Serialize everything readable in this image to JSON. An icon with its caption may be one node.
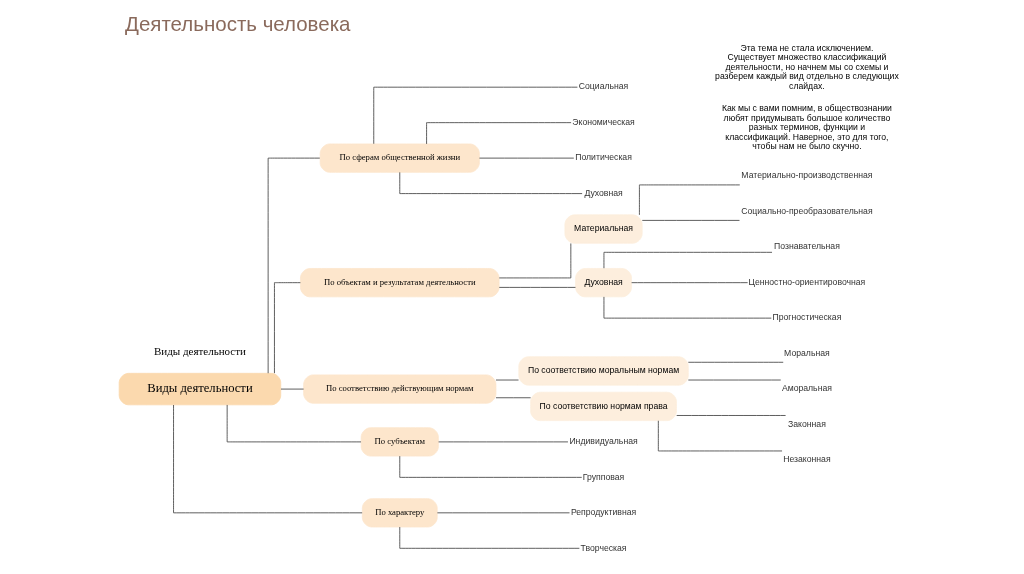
{
  "diagram": {
    "title": "Деятельность человека",
    "nodes": [
      {
        "text": [
          "Виды деятельности"
        ]
      },
      {
        "text": [
          "По сферам общественной жизни"
        ]
      },
      {
        "text": [
          "Социальная"
        ]
      },
      {
        "text": [
          "Экономическая"
        ]
      },
      {
        "text": [
          "Политическая"
        ]
      },
      {
        "text": [
          "Духовная"
        ]
      },
      {
        "text": [
          "По объектам и результатам деятельности"
        ]
      },
      {
        "text": [
          "Материальная"
        ]
      },
      {
        "text": [
          "Материально-производственная"
        ]
      },
      {
        "text": [
          "Социально-преобразовательная"
        ]
      },
      {
        "text": [
          "Духовная"
        ]
      },
      {
        "text": [
          "Познавательная"
        ]
      },
      {
        "text": [
          "Ценностно-ориентировочная"
        ]
      },
      {
        "text": [
          "Прогностическая"
        ]
      },
      {
        "text": [
          "По соответствию моральным нормам"
        ]
      },
      {
        "text": [
          "Моральная"
        ]
      },
      {
        "text": [
          "Аморальная"
        ]
      },
      {
        "text": [
          "По соответствию действующим нормам"
        ]
      },
      {
        "text": [
          "По соответствию нормам права"
        ]
      },
      {
        "text": [
          "Законная"
        ]
      },
      {
        "text": [
          "Незаконная"
        ]
      },
      {
        "text": [
          "По субъектам"
        ]
      },
      {
        "text": [
          "Индивидуальная"
        ]
      },
      {
        "text": [
          "Групповая"
        ]
      },
      {
        "text": [
          "По характеру"
        ]
      },
      {
        "text": [
          "Репродуктивная"
        ]
      },
      {
        "text": [
          "Творческая"
        ]
      }
    ],
    "edges": [
      {
        "from": 0,
        "to": 1,
        "arrow": "none"
      },
      {
        "from": 1,
        "to": 2,
        "arrow": "none"
      },
      {
        "from": 1,
        "to": 3,
        "arrow": "none"
      },
      {
        "from": 1,
        "to": 4,
        "arrow": "none"
      },
      {
        "from": 1,
        "to": 5,
        "arrow": "none"
      },
      {
        "from": 0,
        "to": 6,
        "arrow": "none"
      },
      {
        "from": 6,
        "to": 7,
        "arrow": "none"
      },
      {
        "from": 7,
        "to": 8,
        "arrow": "none"
      },
      {
        "from": 7,
        "to": 9,
        "arrow": "none"
      },
      {
        "from": 6,
        "to": 10,
        "arrow": "none"
      },
      {
        "from": 10,
        "to": 11,
        "arrow": "none"
      },
      {
        "from": 10,
        "to": 12,
        "arrow": "none"
      },
      {
        "from": 10,
        "to": 13,
        "arrow": "none"
      },
      {
        "from": 0,
        "to": 17,
        "arrow": "none"
      },
      {
        "from": 17,
        "to": 14,
        "arrow": "none"
      },
      {
        "from": 14,
        "to": 15,
        "arrow": "none"
      },
      {
        "from": 14,
        "to": 16,
        "arrow": "none"
      },
      {
        "from": 17,
        "to": 18,
        "arrow": "none"
      },
      {
        "from": 18,
        "to": 19,
        "arrow": "none"
      },
      {
        "from": 18,
        "to": 20,
        "arrow": "none"
      },
      {
        "from": 0,
        "to": 21,
        "arrow": "none"
      },
      {
        "from": 21,
        "to": 22,
        "arrow": "none"
      },
      {
        "from": 21,
        "to": 23,
        "arrow": "none"
      },
      {
        "from": 0,
        "to": 24,
        "arrow": "none"
      },
      {
        "from": 24,
        "to": 25,
        "arrow": "none"
      },
      {
        "from": 24,
        "to": 26,
        "arrow": "none"
      }
    ],
    "labels": [
      "Виды деятельности",
      "Как мы с вами помним, в обществознании любят придумывать большое количество разных терминов, функции и классификаций. Наверное, это для того, чтобы нам не было скучно.",
      "Эта тема не стала исключением. Существует множество классификаций деятельности, но начнем мы со схемы и разберем каждый вид отдельно в следующих слайдах."
    ]
  }
}
